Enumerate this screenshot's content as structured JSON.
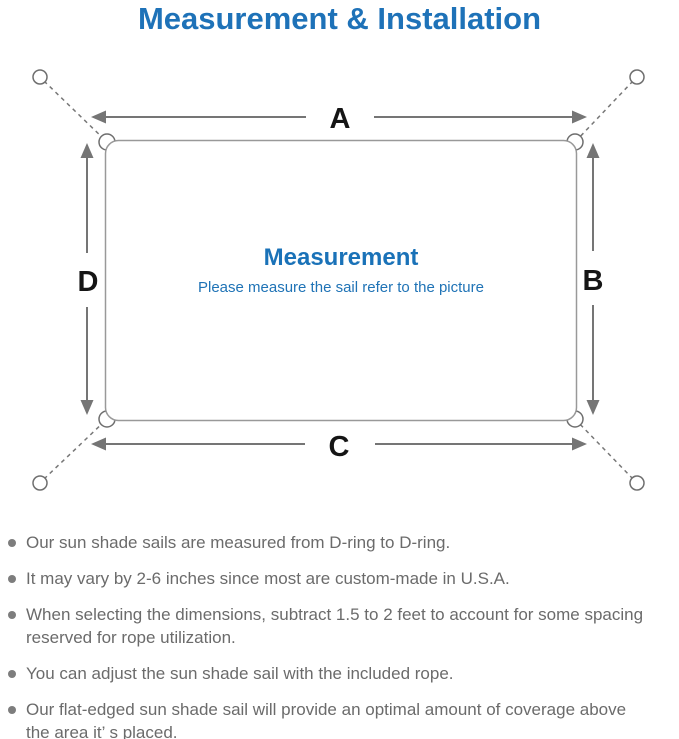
{
  "page": {
    "title": "Measurement & Installation"
  },
  "colors": {
    "title_blue": "#1e72b8",
    "center_text_blue": "#1a72b8",
    "sail_outline_gray": "#999999",
    "arrow_gray": "#757575",
    "edge_label_black": "#151515",
    "bullet_text_gray": "#6b6b6b",
    "bullet_dot_gray": "#7d7d7d"
  },
  "diagram": {
    "edge_labels": {
      "top": "A",
      "right": "B",
      "bottom": "C",
      "left": "D"
    },
    "center_heading": "Measurement",
    "center_note": "Please measure the sail refer to the picture"
  },
  "bullets": [
    {
      "lines": [
        "Our sun shade sails are measured from D-ring to D-ring."
      ]
    },
    {
      "lines": [
        "It may vary by 2-6 inches since most are custom-made in U.S.A."
      ]
    },
    {
      "lines": [
        "When selecting the dimensions, subtract 1.5 to 2 feet to account for some spacing",
        "reserved for rope utilization."
      ]
    },
    {
      "lines": [
        "You can adjust the sun shade sail with the included rope."
      ]
    },
    {
      "lines": [
        "Our flat-edged sun shade sail will provide an optimal amount of coverage above",
        "the area it’ s placed."
      ]
    }
  ]
}
